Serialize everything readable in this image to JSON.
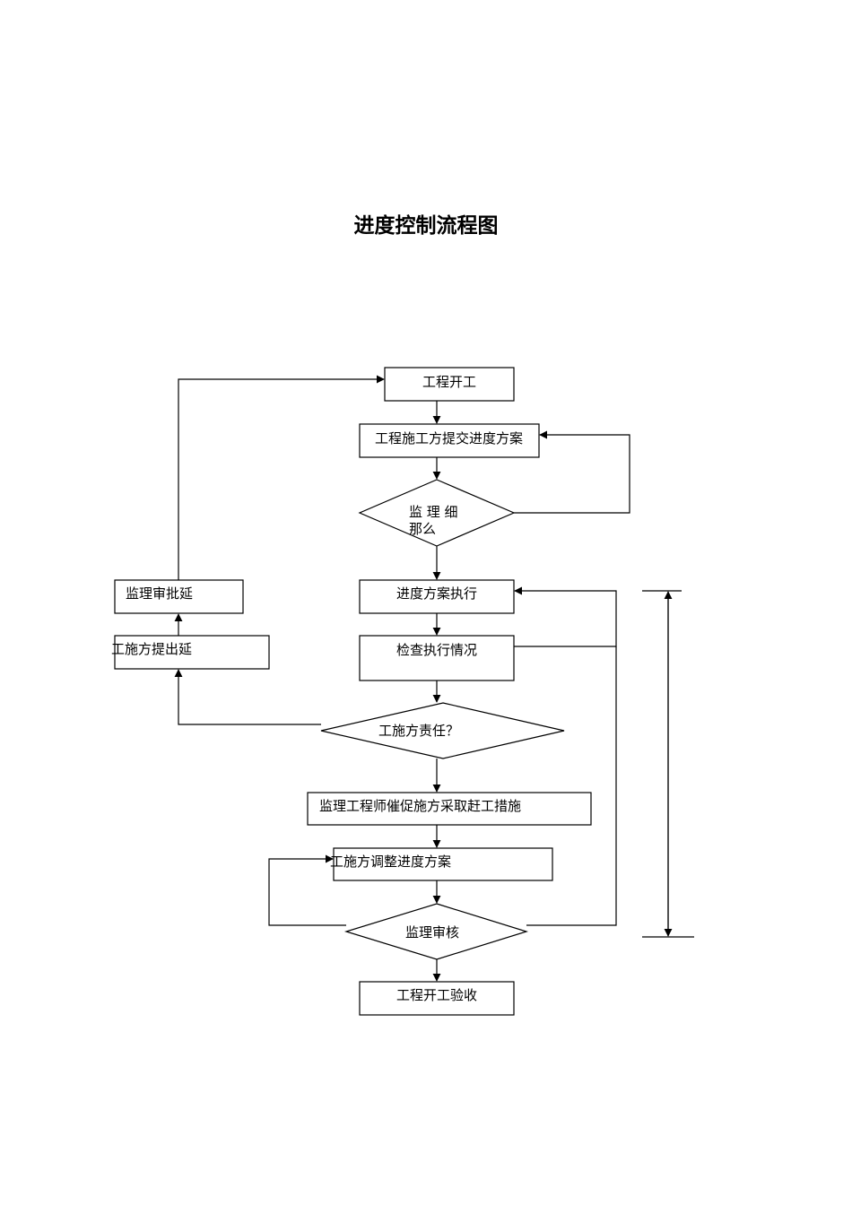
{
  "title": "进度控制流程图",
  "nodes": {
    "start": "工程开工",
    "submit_plan": "工程施工方提交进度方案",
    "supervisor_check": "监 理 细",
    "supervisor_check_2": "那么",
    "plan_execution": "进度方案执行",
    "check_execution": "检查执行情况",
    "contractor_responsibility": "工施方责任？",
    "supervisor_approve_delay": "监理审批延",
    "contractor_request_delay": "工施方提出延",
    "urge_measures": "监理工程师催促施方采取赶工措施",
    "adjust_plan": "工施方调整进度方案",
    "supervisor_review": "监理审核",
    "completion_acceptance": "工程开工验收"
  }
}
